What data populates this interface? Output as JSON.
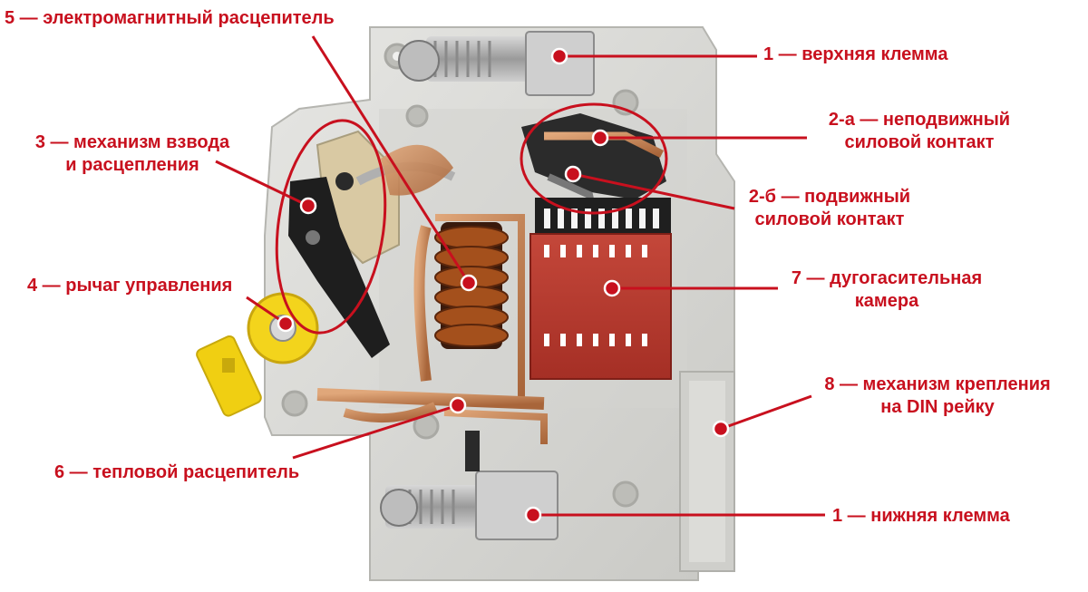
{
  "image": {
    "subject": "circuit-breaker-cutaway",
    "accent_color": "#c8101e",
    "housing_color": "#d9d9d6",
    "arc_chute_color": "#b5372c",
    "coil_color": "#8a3c12",
    "copper_color": "#c98a5a",
    "lever_color": "#f2d21a"
  },
  "labels": {
    "electromagnetic_release": "5 — электромагнитный расцепитель",
    "top_terminal": "1 — верхняя клемма",
    "fixed_contact_line1": "2-а — неподвижный",
    "fixed_contact_line2": "силовой контакт",
    "mechanism_line1": "3 — механизм взвода",
    "mechanism_line2": "и расцепления",
    "moving_contact_line1": "2-б — подвижный",
    "moving_contact_line2": "силовой контакт",
    "control_lever": "4 — рычаг управления",
    "arc_chute_line1": "7 — дугогасительная",
    "arc_chute_line2": "камера",
    "din_mount_line1": "8 — механизм крепления",
    "din_mount_line2": "на DIN рейку",
    "thermal_release": "6 — тепловой расцепитель",
    "bottom_terminal": "1 — нижняя клемма"
  }
}
